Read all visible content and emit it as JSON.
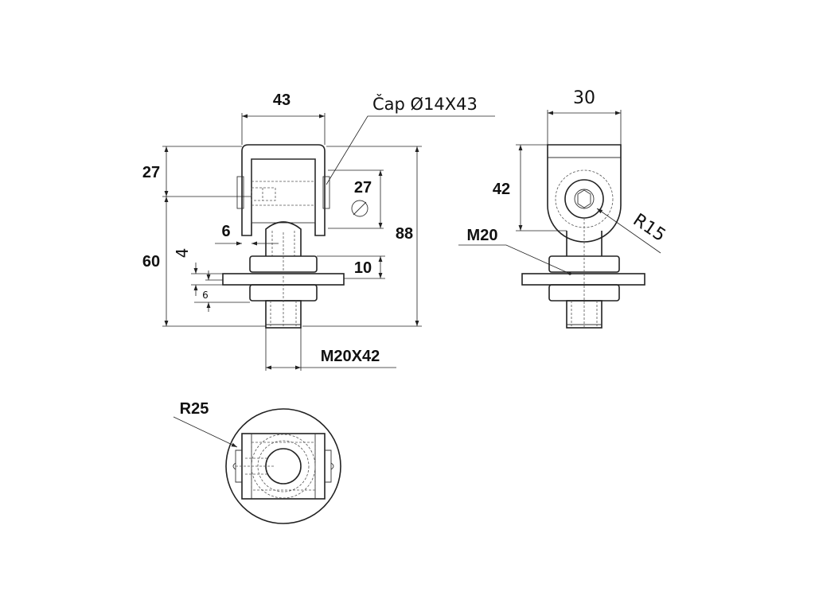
{
  "diagram": {
    "front_view": {
      "dim_width": "43",
      "dim_cap": "Čap Ø14X43",
      "dim_top_height": "27",
      "dim_pin_offset": "27",
      "dim_gap": "6",
      "dim_total": "88",
      "dim_lower": "60",
      "dim_washer": "4",
      "dim_nut_height": "10",
      "dim_plate": "6",
      "dim_thread": "M20X42"
    },
    "side_view": {
      "dim_width": "30",
      "dim_height": "42",
      "dim_radius": "R15",
      "dim_thread": "M20"
    },
    "top_view": {
      "dim_radius": "R25"
    }
  }
}
